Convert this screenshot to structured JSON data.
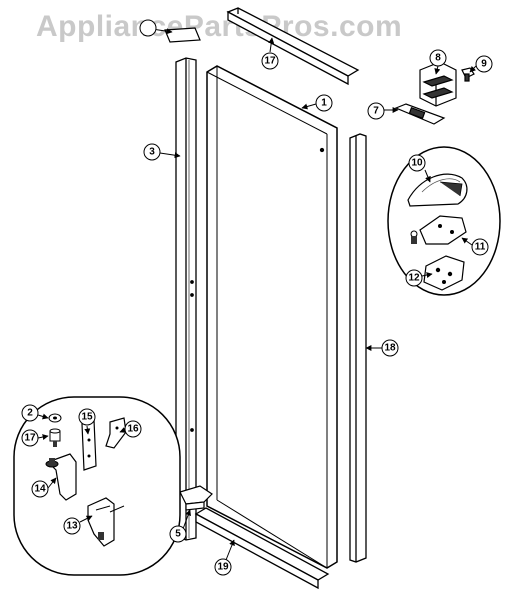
{
  "watermark": "AppliancePartsPros.com",
  "callouts": {
    "c1": "1",
    "c2": "2",
    "c3": "3",
    "c5": "5",
    "c7": "7",
    "c8": "8",
    "c9": "9",
    "c10": "10",
    "c11": "11",
    "c12": "12",
    "c13": "13",
    "c14": "14",
    "c15": "15",
    "c16": "16",
    "c17a": "17",
    "c17b": "17",
    "c18": "18",
    "c19": "19"
  }
}
